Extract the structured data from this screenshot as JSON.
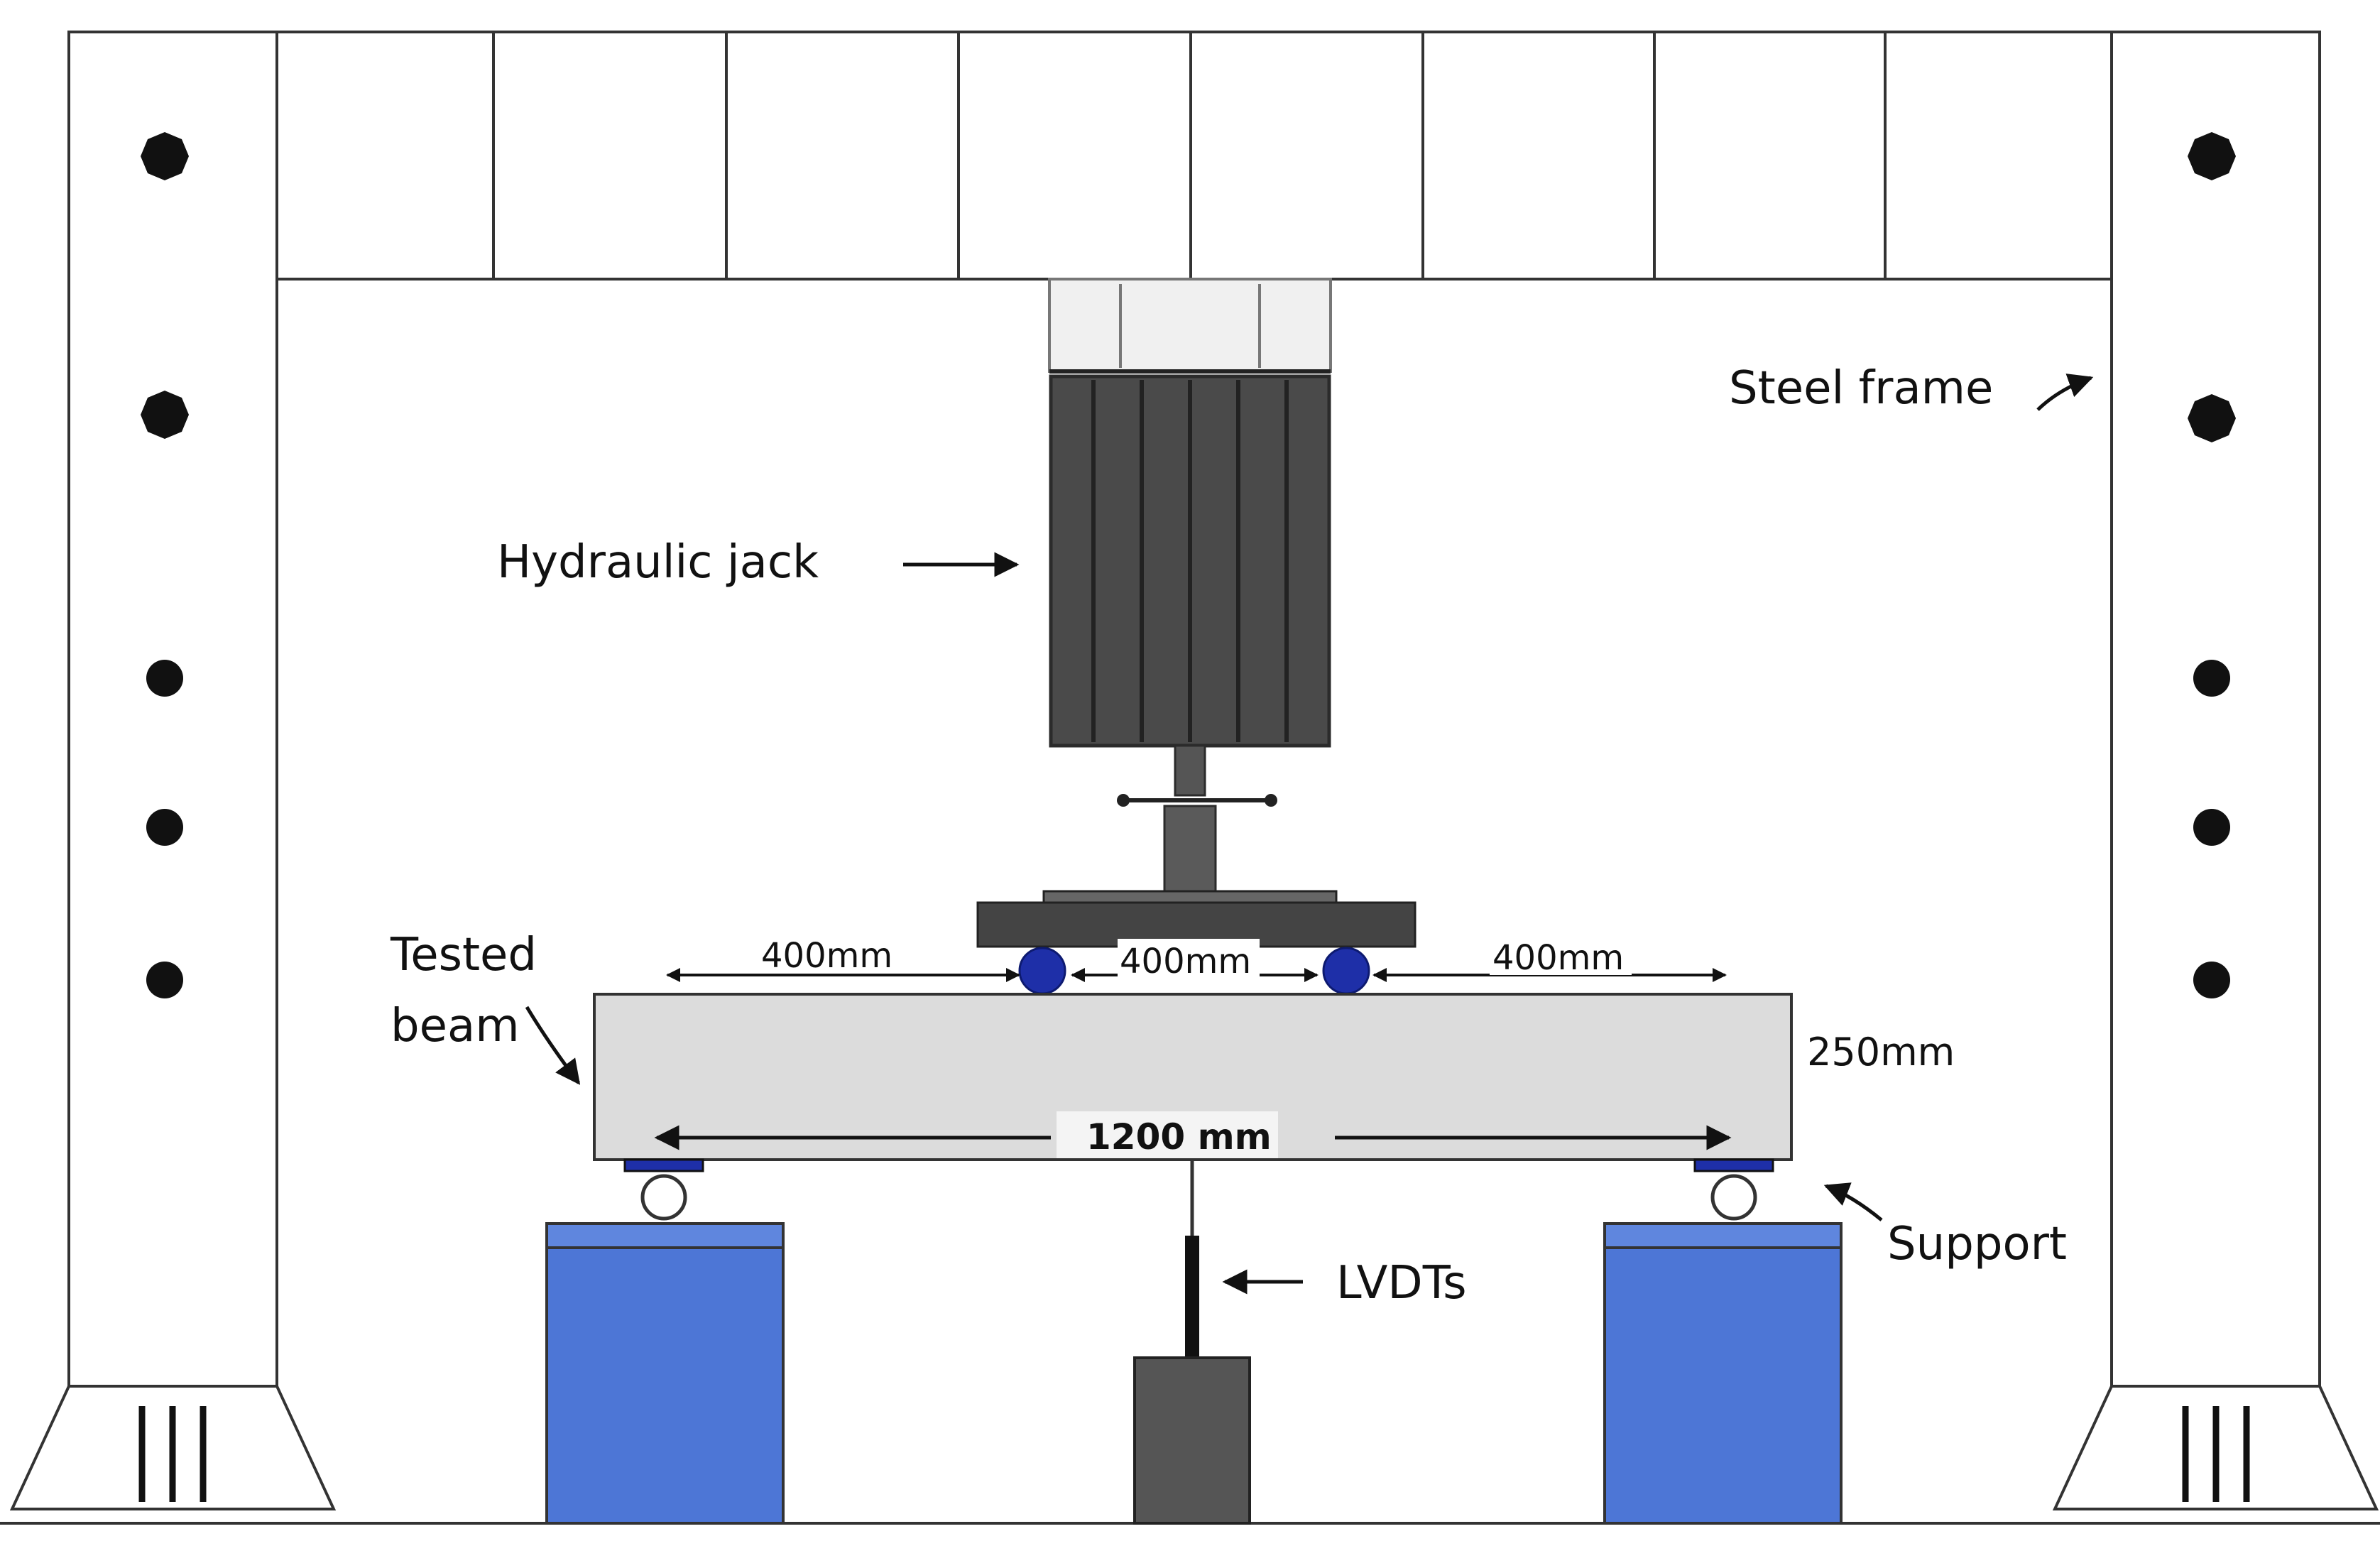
{
  "labels": {
    "steel_frame": "Steel frame",
    "hydraulic_jack": "Hydraulic jack",
    "tested_beam_line1": "Tested",
    "tested_beam_line2": "beam",
    "support": "Support",
    "lvdts": "LVDTs"
  },
  "dimensions": {
    "span_left": "400mm",
    "span_middle": "400mm",
    "span_right": "400mm",
    "beam_depth": "250mm",
    "beam_length": "1200 mm"
  },
  "colors": {
    "frame_fill": "#ffffff",
    "outline": "#333333",
    "jack_body": "#4a4a4a",
    "jack_ribs": "#2b2b2b",
    "load_plate": "#444444",
    "beam_fill": "#dcdcdc",
    "load_points": "#1e2fa8",
    "support_block": "#4d76d6",
    "lvdt_body": "#555555"
  }
}
